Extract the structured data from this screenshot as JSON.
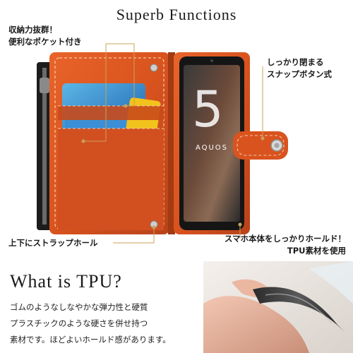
{
  "header": {
    "title": "Superb Functions"
  },
  "callouts": {
    "storage": [
      "収納力抜群！",
      "便利なポケット付き"
    ],
    "snap": [
      "しっかり閉まる",
      "スナップボタン式"
    ],
    "strap": [
      "上下にストラップホール"
    ],
    "hold": [
      "スマホ本体をしっかりホールド！",
      "TPU素材を使用"
    ]
  },
  "phone": {
    "brand": "AQUOS",
    "model_number": "5"
  },
  "tpu": {
    "heading": "What is TPU?",
    "description": [
      "ゴムのようなしなやかな弾力性と硬質",
      "プラスチックのような硬さを併せ持つ",
      "素材です。ほどよいホールド感があります。"
    ]
  },
  "colors": {
    "case_orange": "#d9531e",
    "case_dark": "#a23a12",
    "stitch": "#f3c9a8",
    "leader_line": "#c9a15a",
    "phone_body": "#151515",
    "card_yellow": "#f2c21d",
    "card_blue": "#2d7dd2"
  }
}
